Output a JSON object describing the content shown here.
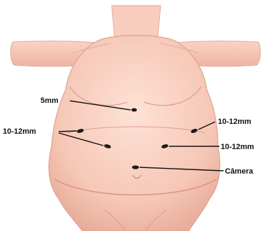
{
  "colors": {
    "skin": "#f6c7b6",
    "skin_shadow": "#e3a797",
    "skin_highlight": "#fde2d6",
    "marker": "#1a1a1a",
    "label": "#111111",
    "background": "#ffffff"
  },
  "labels": {
    "port_upper_5mm": "5mm",
    "port_left_10_12mm": "10-12mm",
    "port_right_upper_10_12mm": "10-12mm",
    "port_right_lower_10_12mm": "10-12mm",
    "port_camera": "Câmera"
  }
}
